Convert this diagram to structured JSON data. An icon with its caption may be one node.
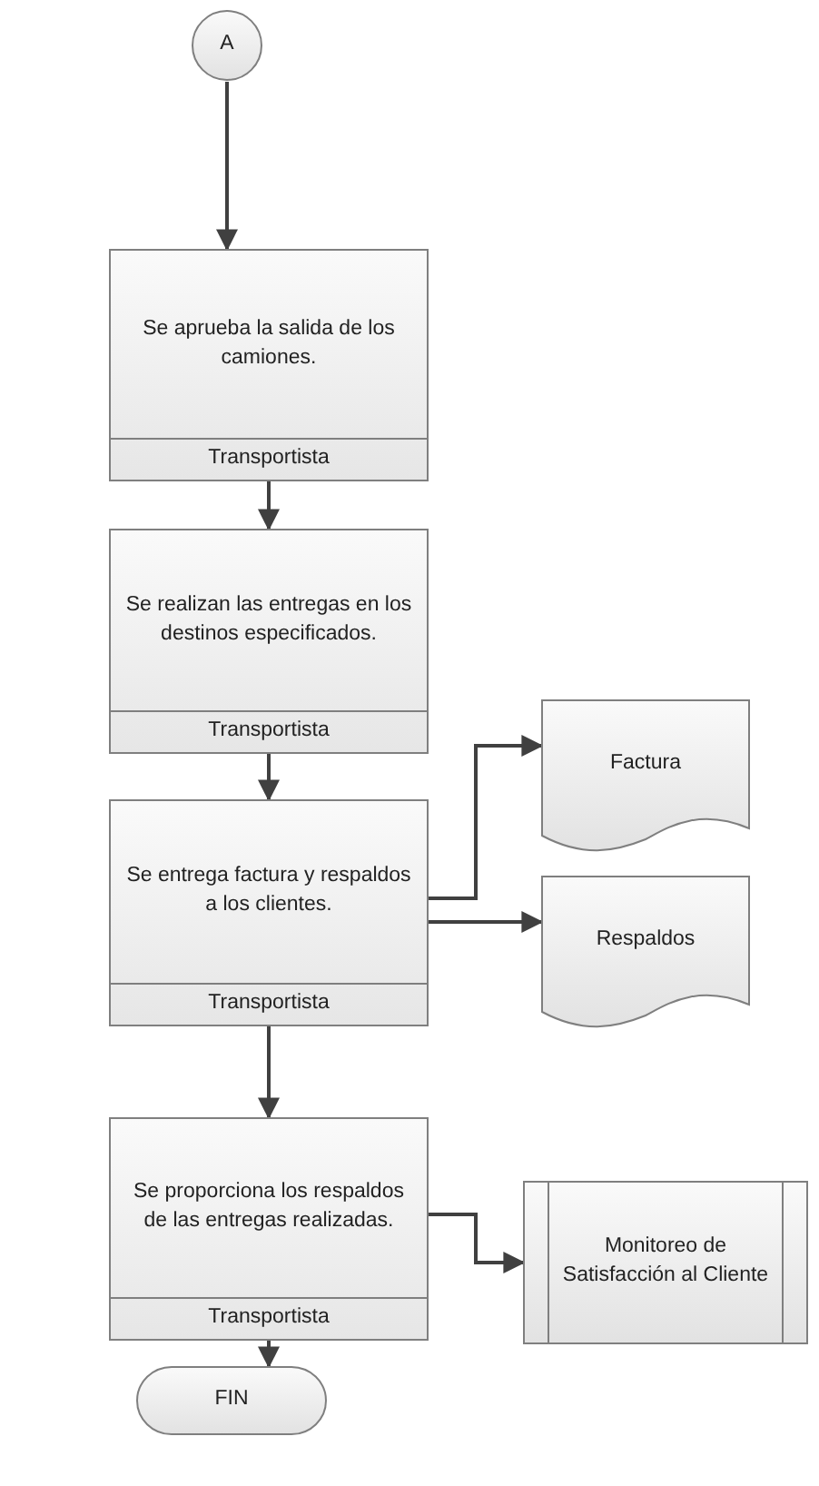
{
  "diagram": {
    "nodes": [
      {
        "text": [
          "A"
        ]
      },
      {
        "text": [
          "Se aprueba la salida de los camiones.",
          "Transportista"
        ]
      },
      {
        "text": [
          "Se realizan las entregas en los destinos especificados.",
          "Transportista"
        ]
      },
      {
        "text": [
          "Se entrega factura y respaldos a los clientes.",
          "Transportista"
        ]
      },
      {
        "text": [
          "Factura"
        ]
      },
      {
        "text": [
          "Respaldos"
        ]
      },
      {
        "text": [
          "Se proporciona los respaldos de las entregas realizadas.",
          "Transportista"
        ]
      },
      {
        "text": [
          "Monitoreo de Satisfacción al Cliente"
        ]
      },
      {
        "text": [
          "FIN"
        ]
      }
    ],
    "edges": [
      {
        "from": 0,
        "to": 1,
        "arrow": "to"
      },
      {
        "from": 1,
        "to": 2,
        "arrow": "to"
      },
      {
        "from": 2,
        "to": 3,
        "arrow": "to"
      },
      {
        "from": 3,
        "to": 4,
        "arrow": "to"
      },
      {
        "from": 3,
        "to": 5,
        "arrow": "to"
      },
      {
        "from": 3,
        "to": 6,
        "arrow": "to"
      },
      {
        "from": 6,
        "to": 7,
        "arrow": "to"
      },
      {
        "from": 6,
        "to": 8,
        "arrow": "to"
      }
    ]
  }
}
